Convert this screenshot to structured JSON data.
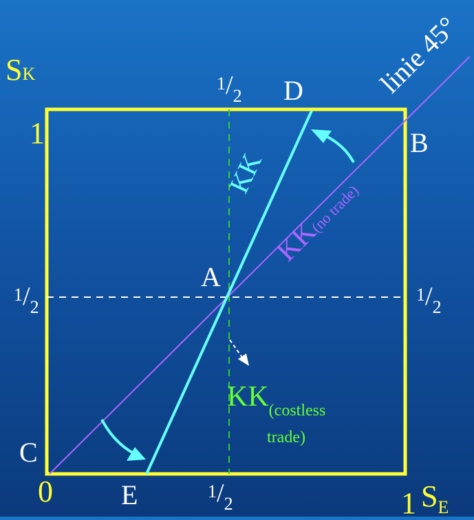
{
  "diagram": {
    "axis_labels": {
      "y_main": "S",
      "y_sub": "K",
      "x_main": "S",
      "x_sub": "E"
    },
    "ticks": {
      "one_y": "1",
      "zero": "0",
      "one_x": "1",
      "half_num": "1",
      "half_slash": "/",
      "half_den": "2"
    },
    "points": {
      "A": "A",
      "B": "B",
      "C": "C",
      "D": "D",
      "E": "E"
    },
    "lines": {
      "line45": "linie 45°",
      "kk": "KK",
      "kk_no_trade_main": "KK",
      "kk_no_trade_sub": "(no trade)",
      "kk_costless_main": "KK",
      "kk_costless_sub1": "(costless",
      "kk_costless_sub2": "trade)"
    },
    "colors": {
      "box": "#ffff33",
      "kk": "#66ffff",
      "no_trade": "#aa66ff",
      "costless": "#33cc33",
      "dashed_h": "#ffffff"
    }
  }
}
